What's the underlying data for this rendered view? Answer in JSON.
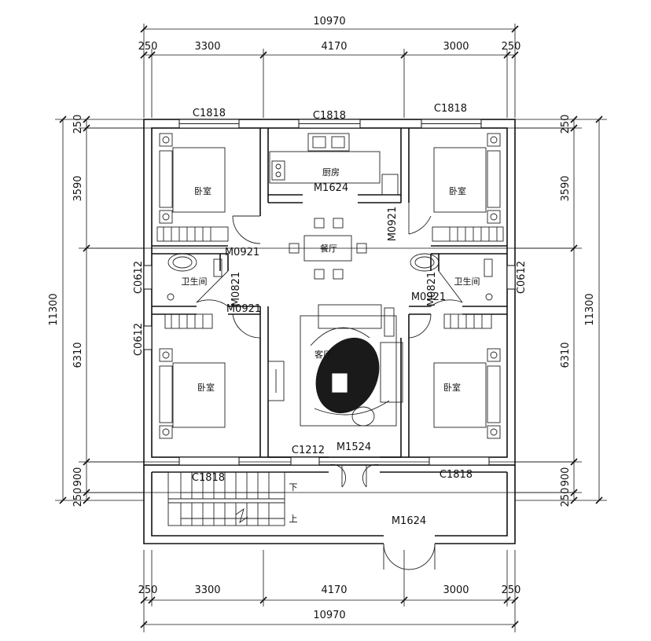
{
  "dimensions": {
    "top_total": "10970",
    "top_segments": [
      "250",
      "3300",
      "4170",
      "3000",
      "250"
    ],
    "bottom_total": "10970",
    "bottom_segments": [
      "250",
      "3300",
      "4170",
      "3000",
      "250"
    ],
    "left_total": "11300",
    "left_segments": [
      "250",
      "3590",
      "6310",
      "900",
      "250"
    ],
    "right_total": "11300",
    "right_segments": [
      "250",
      "3590",
      "6310",
      "900",
      "250"
    ]
  },
  "rooms": {
    "bedroom_nw": "卧室",
    "bedroom_ne": "卧室",
    "bedroom_sw": "卧室",
    "bedroom_se": "卧室",
    "kitchen": "厨房",
    "dining": "餐厅",
    "living": "客厅",
    "bath_w": "卫生间",
    "bath_e": "卫生间"
  },
  "openings": {
    "win_top_left": "C1818",
    "win_top_mid": "C1818",
    "win_top_right": "C1818",
    "door_kitchen": "M1624",
    "door_bed_nw": "M0921",
    "door_bed_ne": "M0921",
    "door_bath_w": "M0821",
    "door_bed_sw": "M0921",
    "door_bath_e": "M0821",
    "door_bed_se": "M0921",
    "win_bath_w": "C0612",
    "win_bed_sw": "C0612",
    "win_bath_e": "C0612",
    "win_living": "C1212",
    "door_living": "M1524",
    "win_bot_left": "C1818",
    "win_bot_right": "C1818",
    "door_entry": "M1624"
  },
  "stairs": {
    "down": "下",
    "up": "上"
  }
}
